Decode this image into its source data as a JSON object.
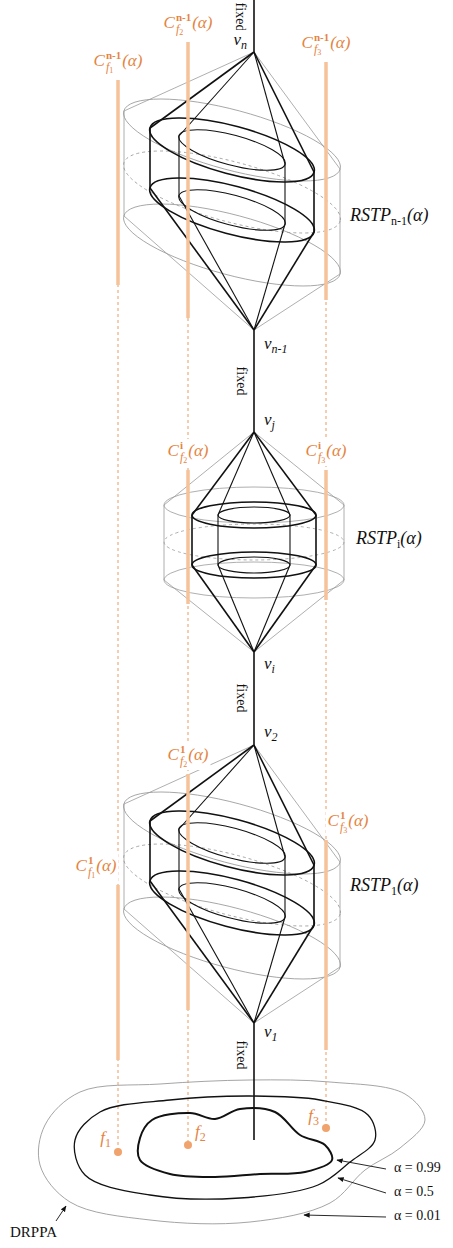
{
  "diagram": {
    "labels": [
      "fixed",
      "v",
      "n",
      "C",
      "f",
      "2",
      "n-1",
      "(α)",
      "C",
      "f",
      "3",
      "n-1",
      "(α)",
      "C",
      "f",
      "1",
      "n-1",
      "(α)",
      "RSTP",
      "n-1",
      "(α)",
      "v",
      "n-1",
      "fixed",
      "v",
      "j",
      "C",
      "f",
      "2",
      "i",
      "(α)",
      "C",
      "f",
      "3",
      "i",
      "(α)",
      "RSTP",
      "i",
      "(α)",
      "v",
      "i",
      "fixed",
      "v",
      "2",
      "C",
      "f",
      "2",
      "1",
      "(α)",
      "C",
      "f",
      "3",
      "1",
      "(α)",
      "C",
      "f",
      "1",
      "1",
      "(α)",
      "RSTP",
      "1",
      "(α)",
      "v",
      "1",
      "fixed",
      "f",
      "3",
      "f",
      "2",
      "f",
      "1",
      "α = 0.99",
      "α = 0.5",
      "α = 0.01",
      "DRPPA"
    ]
  }
}
